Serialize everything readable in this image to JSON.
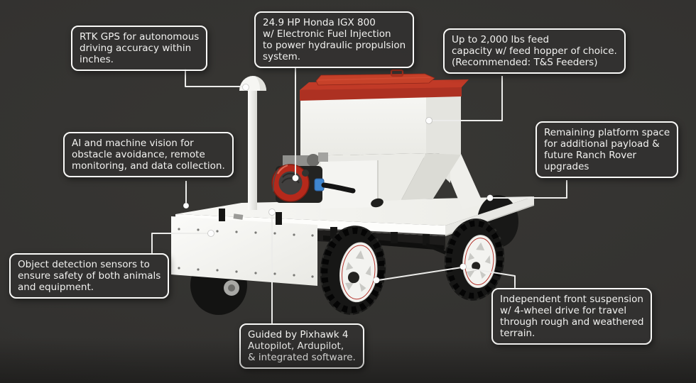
{
  "callouts": {
    "rtk": {
      "text": "RTK GPS for autonomous\ndriving accuracy within\ninches."
    },
    "engine": {
      "text": "24.9 HP Honda IGX 800\nw/ Electronic Fuel Injection\nto power hydraulic propulsion\nsystem."
    },
    "feed": {
      "text": "Up to 2,000 lbs feed\ncapacity w/ feed hopper of choice.\n(Recommended: T&S Feeders)"
    },
    "ai": {
      "text": "AI and machine vision for\nobstacle avoidance, remote\nmonitoring, and data collection."
    },
    "platform": {
      "text": "Remaining platform space\nfor additional payload &\nfuture Ranch Rover\nupgrades"
    },
    "object_detection": {
      "text": "Object detection sensors to\nensure safety of both animals\nand equipment."
    },
    "pixhawk": {
      "text": "Guided by Pixhawk 4\nAutopilot, Ardupilot,\n& integrated software."
    },
    "suspension": {
      "text": "Independent front suspension\nw/ 4-wheel drive for travel\nthrough rough and weathered\nterrain."
    }
  },
  "colors": {
    "background": "#333230",
    "callout_border": "#fafaf8",
    "callout_text": "#f2f2f0",
    "leader_line": "#ececea",
    "rover_body_white": "#f2f2ef",
    "rover_red": "#b23222",
    "tire_black": "#161616"
  }
}
